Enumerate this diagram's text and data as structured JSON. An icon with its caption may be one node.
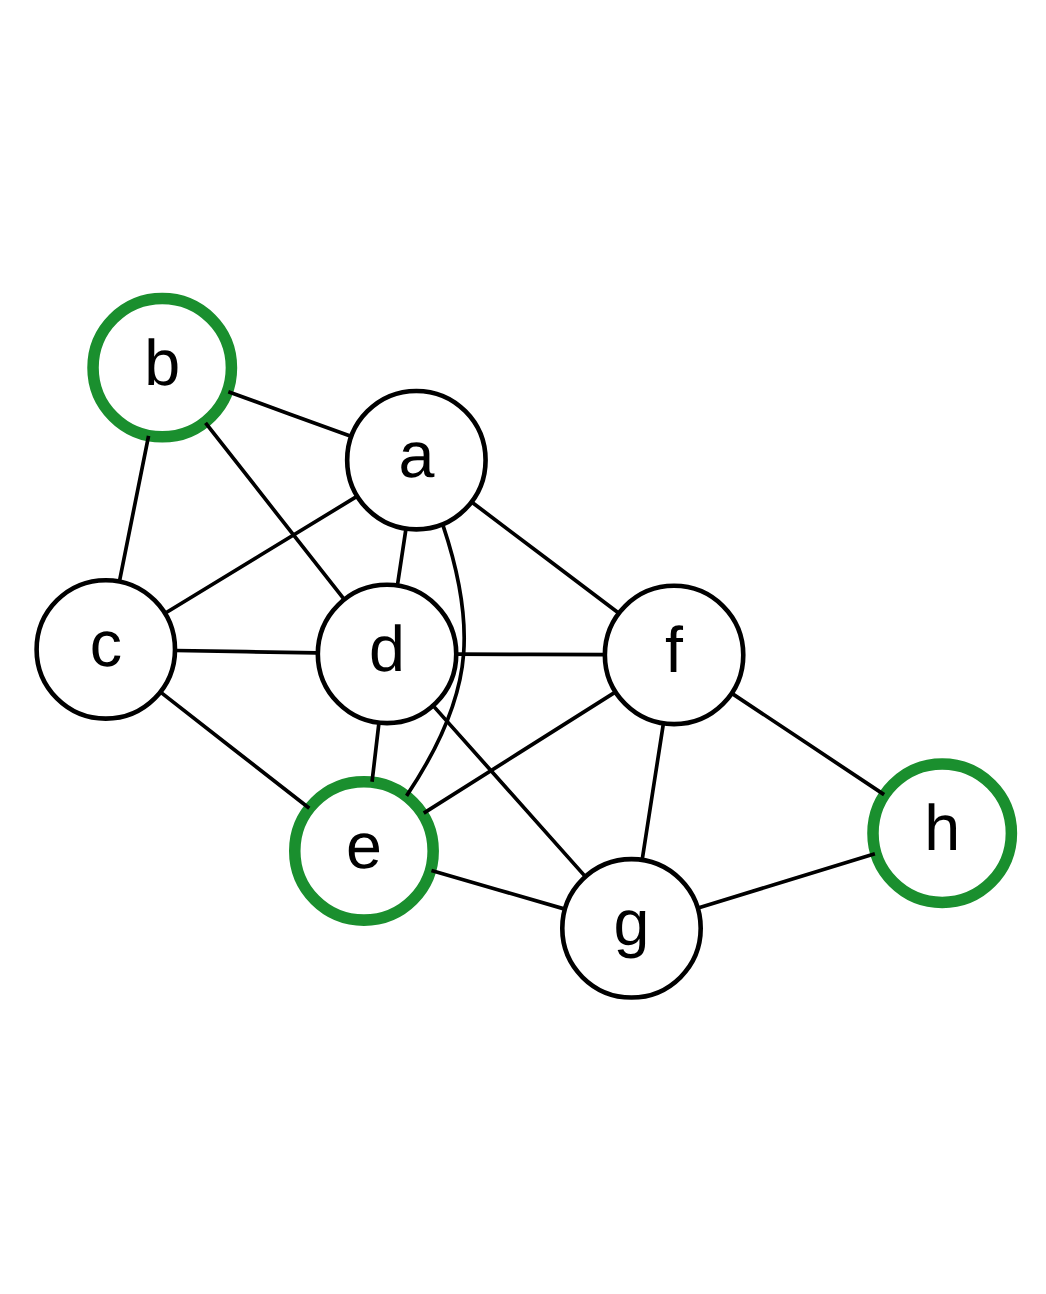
{
  "diagram": {
    "nodes": [
      {
        "text": [
          "a"
        ]
      },
      {
        "text": [
          "b"
        ]
      },
      {
        "text": [
          "c"
        ]
      },
      {
        "text": [
          "d"
        ]
      },
      {
        "text": [
          "e"
        ]
      },
      {
        "text": [
          "f"
        ]
      },
      {
        "text": [
          "g"
        ]
      },
      {
        "text": [
          "h"
        ]
      }
    ],
    "edges": [
      {
        "from": 0,
        "to": 1,
        "arrow": "none"
      },
      {
        "from": 0,
        "to": 2,
        "arrow": "none"
      },
      {
        "from": 0,
        "to": 4,
        "arrow": "none"
      },
      {
        "from": 0,
        "to": 3,
        "arrow": "none"
      },
      {
        "from": 0,
        "to": 5,
        "arrow": "none"
      },
      {
        "from": 1,
        "to": 2,
        "arrow": "none"
      },
      {
        "from": 1,
        "to": 3,
        "arrow": "none"
      },
      {
        "from": 2,
        "to": 3,
        "arrow": "none"
      },
      {
        "from": 2,
        "to": 4,
        "arrow": "none"
      },
      {
        "from": 3,
        "to": 4,
        "arrow": "none"
      },
      {
        "from": 3,
        "to": 5,
        "arrow": "none"
      },
      {
        "from": 3,
        "to": 6,
        "arrow": "none"
      },
      {
        "from": 4,
        "to": 5,
        "arrow": "none"
      },
      {
        "from": 4,
        "to": 6,
        "arrow": "none"
      },
      {
        "from": 5,
        "to": 6,
        "arrow": "none"
      },
      {
        "from": 5,
        "to": 7,
        "arrow": "none"
      },
      {
        "from": 6,
        "to": 7,
        "arrow": "none"
      }
    ]
  }
}
